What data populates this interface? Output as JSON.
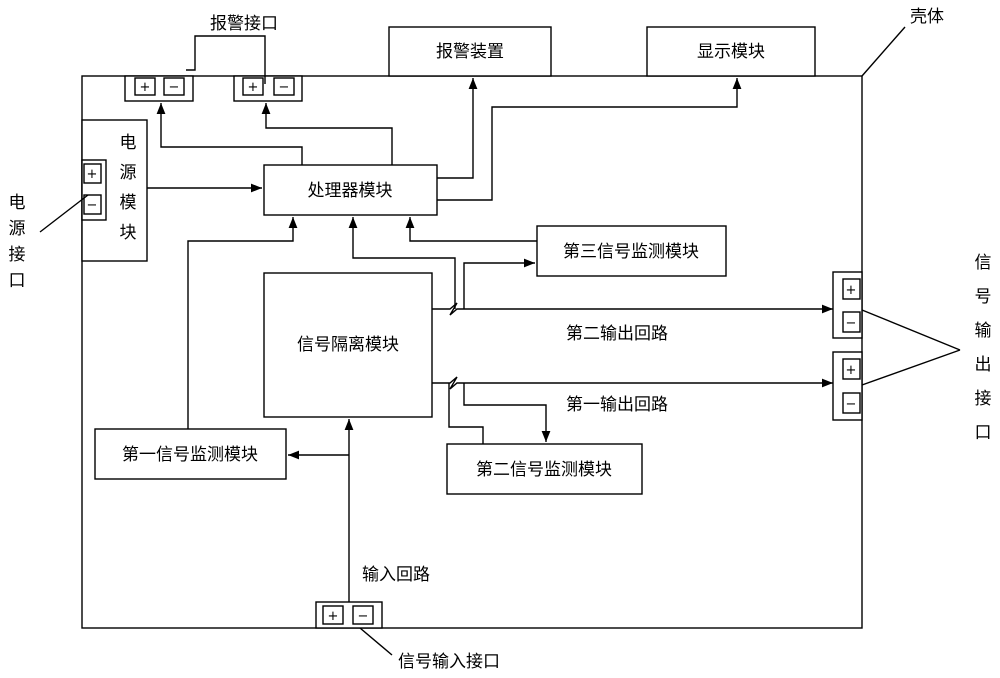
{
  "housing": {
    "label": "壳体"
  },
  "alarm_interface": {
    "label": "报警接口"
  },
  "alarm_device": {
    "label": "报警装置"
  },
  "display_module": {
    "label": "显示模块"
  },
  "power_module": {
    "label_chars": [
      "电",
      "源",
      "模",
      "块"
    ]
  },
  "power_interface": {
    "label_chars": [
      "电",
      "源",
      "接",
      "口"
    ]
  },
  "processor_module": {
    "label": "处理器模块"
  },
  "third_monitor": {
    "label": "第三信号监测模块"
  },
  "isolation_module": {
    "label": "信号隔离模块"
  },
  "second_output": {
    "label": "第二输出回路"
  },
  "first_output": {
    "label": "第一输出回路"
  },
  "first_monitor": {
    "label": "第一信号监测模块"
  },
  "second_monitor": {
    "label": "第二信号监测模块"
  },
  "input_loop": {
    "label": "输入回路"
  },
  "input_interface": {
    "label": "信号输入接口"
  },
  "output_interface": {
    "label_chars": [
      "信",
      "号",
      "输",
      "出",
      "接",
      "口"
    ]
  },
  "terminal": {
    "plus": "+",
    "minus": "−"
  }
}
